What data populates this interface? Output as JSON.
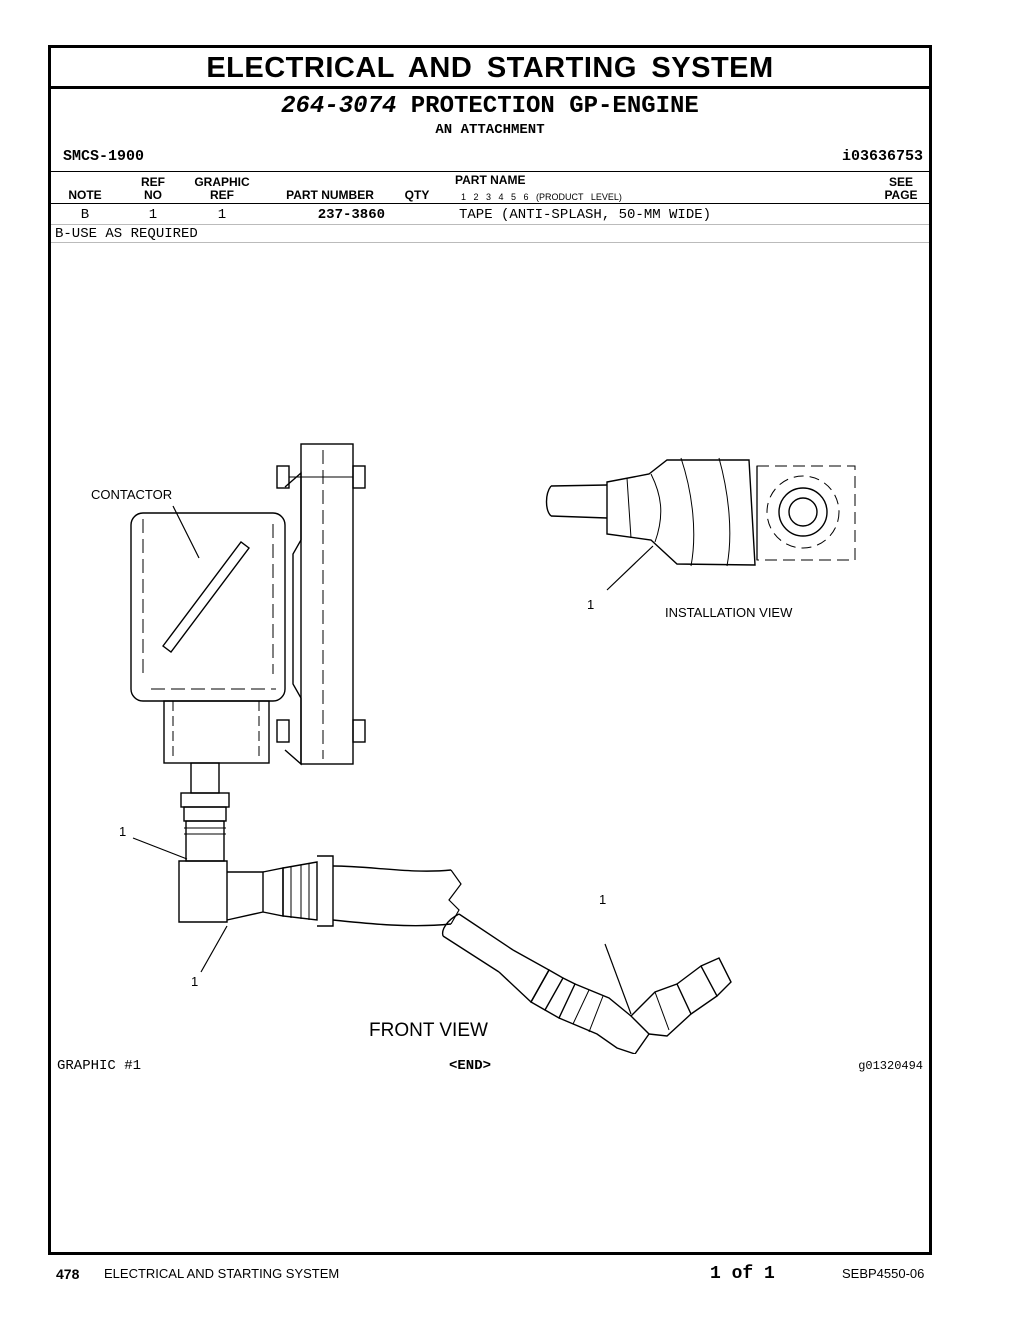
{
  "header": {
    "system_title": "ELECTRICAL AND STARTING SYSTEM",
    "group_number": "264-3074",
    "group_name": "PROTECTION GP-ENGINE",
    "group_subtitle": "AN ATTACHMENT",
    "smcs": "SMCS-1900",
    "illustration_id": "i03636753"
  },
  "table": {
    "columns": {
      "note": "NOTE",
      "ref_no_1": "REF",
      "ref_no_2": "NO",
      "graphic_ref_1": "GRAPHIC",
      "graphic_ref_2": "REF",
      "part_number": "PART NUMBER",
      "qty": "QTY",
      "part_name": "PART NAME",
      "product_levels": "1   2   3   4   5   6   (PRODUCT LEVEL)",
      "see_page_1": "SEE",
      "see_page_2": "PAGE"
    },
    "rows": [
      {
        "note": "B",
        "ref_no": "1",
        "graphic_ref": "1",
        "part_number": "237-3860",
        "qty": "",
        "part_name": "TAPE (ANTI-SPLASH, 50-MM WIDE)",
        "see_page": ""
      }
    ],
    "notes": [
      "B-USE AS REQUIRED"
    ]
  },
  "illustration": {
    "contactor_label": "CONTACTOR",
    "installation_view_label": "INSTALLATION VIEW",
    "front_view_label": "FRONT VIEW",
    "callouts": [
      "1",
      "1",
      "1",
      "1"
    ]
  },
  "graphic_label": "GRAPHIC #1",
  "end_marker": "<END>",
  "graphic_number": "g01320494",
  "footer": {
    "page_number": "478",
    "section": "ELECTRICAL AND STARTING SYSTEM",
    "page_of": "1 of 1",
    "doc_number": "SEBP4550-06"
  }
}
